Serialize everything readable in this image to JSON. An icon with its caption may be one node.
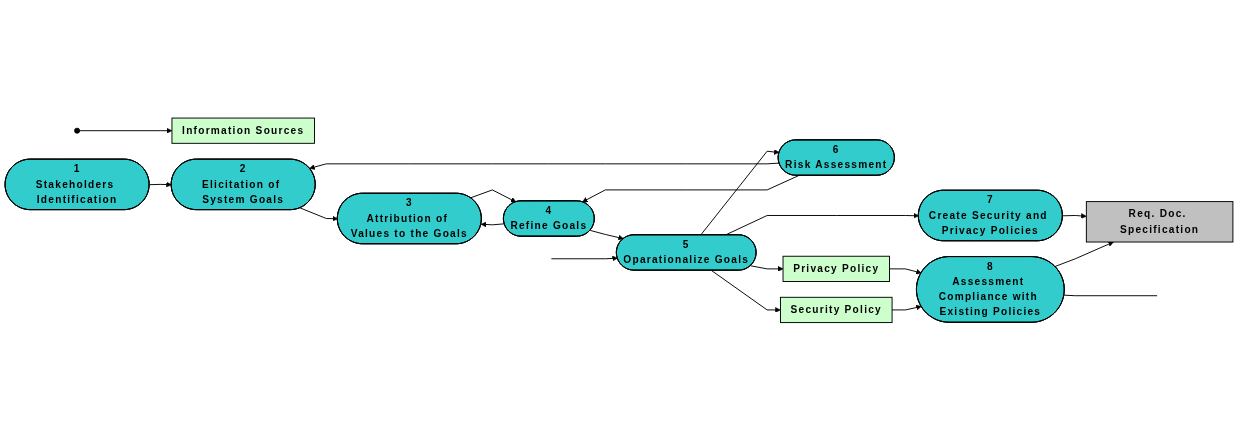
{
  "diagram": {
    "nodes": [
      {
        "text": [],
        "shape": "circle"
      },
      {
        "text": [
          "Information Sources"
        ]
      },
      {
        "text": [
          "1",
          "Stakeholders Identification"
        ]
      },
      {
        "text": [
          "2",
          "Elicitation of System Goals"
        ]
      },
      {
        "text": [
          "3",
          "Attribution of Values to the Goals"
        ]
      },
      {
        "text": [
          "4",
          "Refine Goals"
        ]
      },
      {
        "text": [
          "5",
          "Oparationalize Goals"
        ]
      },
      {
        "text": [
          "6",
          "Risk Assessment"
        ]
      },
      {
        "text": [
          "7",
          "Create Security and Privacy Policies"
        ]
      },
      {
        "text": [
          "Privacy Policy"
        ]
      },
      {
        "text": [
          "Security Policy"
        ]
      },
      {
        "text": [
          "Req. Doc. Specification"
        ]
      },
      {
        "text": [
          "8",
          "Assessment Compliance with Existing Policies"
        ]
      }
    ],
    "edges": [
      {
        "from": 0,
        "to": 1,
        "arrow": "to"
      },
      {
        "from": 2,
        "to": 3,
        "arrow": "to"
      },
      {
        "from": 3,
        "to": 4,
        "arrow": "to"
      },
      {
        "from": 4,
        "to": 5,
        "arrow": "to"
      },
      {
        "from": 5,
        "to": 6,
        "arrow": "to"
      },
      {
        "from": 6,
        "to": 7,
        "arrow": "to"
      },
      {
        "from": 7,
        "to": 3,
        "arrow": "to"
      },
      {
        "from": 7,
        "to": 5,
        "arrow": "to"
      },
      {
        "from": 5,
        "to": 4,
        "arrow": "to"
      },
      {
        "from": 6,
        "to": 8,
        "arrow": "to"
      },
      {
        "from": 6,
        "to": 9,
        "arrow": "to"
      },
      {
        "from": 6,
        "to": 10,
        "arrow": "to"
      },
      {
        "from": 9,
        "to": 12,
        "arrow": "to"
      },
      {
        "from": 10,
        "to": 12,
        "arrow": "to"
      },
      {
        "from": 8,
        "to": 11,
        "arrow": "to"
      },
      {
        "from": 12,
        "to": 11,
        "arrow": "to"
      },
      {
        "from": 12,
        "to": null,
        "arrow": "none"
      },
      {
        "from": null,
        "to": 6,
        "arrow": "to"
      }
    ]
  }
}
